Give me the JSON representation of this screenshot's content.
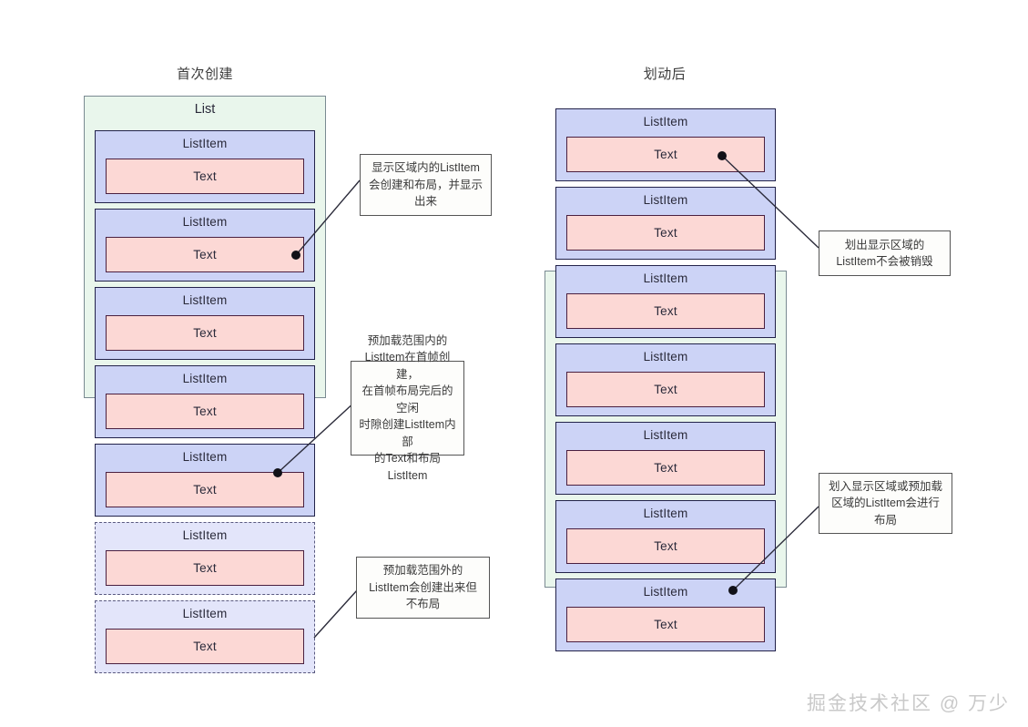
{
  "columns": {
    "left": {
      "title": "首次创建"
    },
    "right": {
      "title": "划动后"
    }
  },
  "labels": {
    "list": "List",
    "list_item": "ListItem",
    "text": "Text"
  },
  "left_diagram": {
    "container_label": "List",
    "items": [
      {
        "label": "ListItem",
        "text": "Text",
        "style": "solid"
      },
      {
        "label": "ListItem",
        "text": "Text",
        "style": "solid"
      },
      {
        "label": "ListItem",
        "text": "Text",
        "style": "solid"
      },
      {
        "label": "ListItem",
        "text": "Text",
        "style": "solid"
      },
      {
        "label": "ListItem",
        "text": "Text",
        "style": "solid"
      },
      {
        "label": "ListItem",
        "text": "Text",
        "style": "dashed"
      },
      {
        "label": "ListItem",
        "text": "Text",
        "style": "dashed"
      }
    ]
  },
  "right_diagram": {
    "container_label": "",
    "items": [
      {
        "label": "ListItem",
        "text": "Text",
        "style": "solid"
      },
      {
        "label": "ListItem",
        "text": "Text",
        "style": "solid"
      },
      {
        "label": "ListItem",
        "text": "Text",
        "style": "solid"
      },
      {
        "label": "ListItem",
        "text": "Text",
        "style": "solid"
      },
      {
        "label": "ListItem",
        "text": "Text",
        "style": "solid"
      },
      {
        "label": "ListItem",
        "text": "Text",
        "style": "solid"
      },
      {
        "label": "ListItem",
        "text": "Text",
        "style": "solid"
      }
    ]
  },
  "notes": {
    "n1": "显示区域内的ListItem\n会创建和布局，并显示\n出来",
    "n2": "预加载范围内的\nListItem在首帧创建，\n在首帧布局完后的空闲\n时隙创建ListItem内部\n的Text和布局ListItem",
    "n3": "预加载范围外的\nListItem会创建出来但\n不布局",
    "n4": "划出显示区域的\nListItem不会被销毁",
    "n5": "划入显示区域或预加载\n区域的ListItem会进行\n布局"
  },
  "watermark": "掘金技术社区 @ 万少",
  "colors": {
    "list_fill": "#e9f6ec",
    "list_stroke": "#7a8a92",
    "listitem_fill": "#ccd3f6",
    "listitem_stroke": "#22224a",
    "listitem_fill_dashed": "#e3e5fa",
    "listitem_stroke_dashed": "#5a5a80",
    "text_fill": "#fcd8d5",
    "text_stroke": "#4a2040",
    "note_fill": "#fdfdfb",
    "note_stroke": "#555555",
    "leader": "#2b2b3a"
  }
}
